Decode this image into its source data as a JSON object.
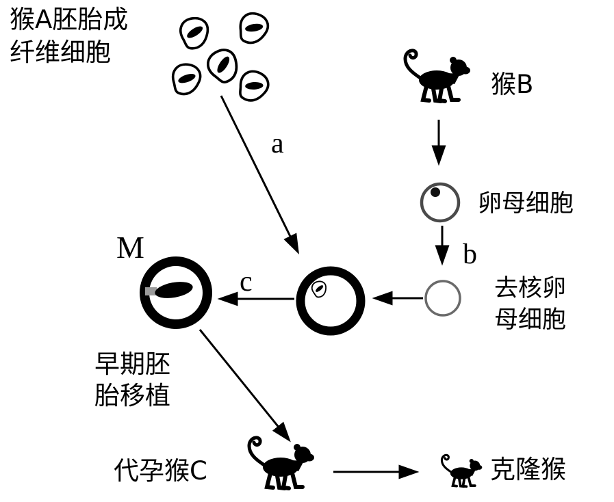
{
  "diagram": {
    "title": "monkey-cloning-process-diagram",
    "labels": {
      "monkey_a_cells_line1": "猴A胚胎成",
      "monkey_a_cells_line2": "纤维细胞",
      "arrow_a": "a",
      "monkey_b": "猴B",
      "oocyte": "卵母细胞",
      "arrow_b": "b",
      "enucleated_line1": "去核卵",
      "enucleated_line2": "母细胞",
      "m_label": "M",
      "arrow_c": "c",
      "embryo_transfer_line1": "早期胚",
      "embryo_transfer_line2": "胎移植",
      "surrogate": "代孕猴C",
      "clone": "克隆猴"
    },
    "icons": {
      "monkey_b": "monkey-silhouette",
      "surrogate_monkey": "monkey-silhouette",
      "clone_monkey": "monkey-silhouette-small",
      "fibroblast_cells": "irregular-cells-with-dark-nucleus",
      "oocyte": "thin-ring-cell-with-nucleus-dot",
      "enucleated_oocyte": "thin-ring-empty-cell",
      "fused_cell": "thick-ring-cell-with-donor-cell",
      "embryo_m": "thick-ring-cell-with-dark-ellipse"
    },
    "colors": {
      "ink": "#000000",
      "thin_ring": "#4a4a4a",
      "gray_ring": "#6a6a6a",
      "notch_gray": "#9a9a9a",
      "background": "#ffffff"
    }
  }
}
